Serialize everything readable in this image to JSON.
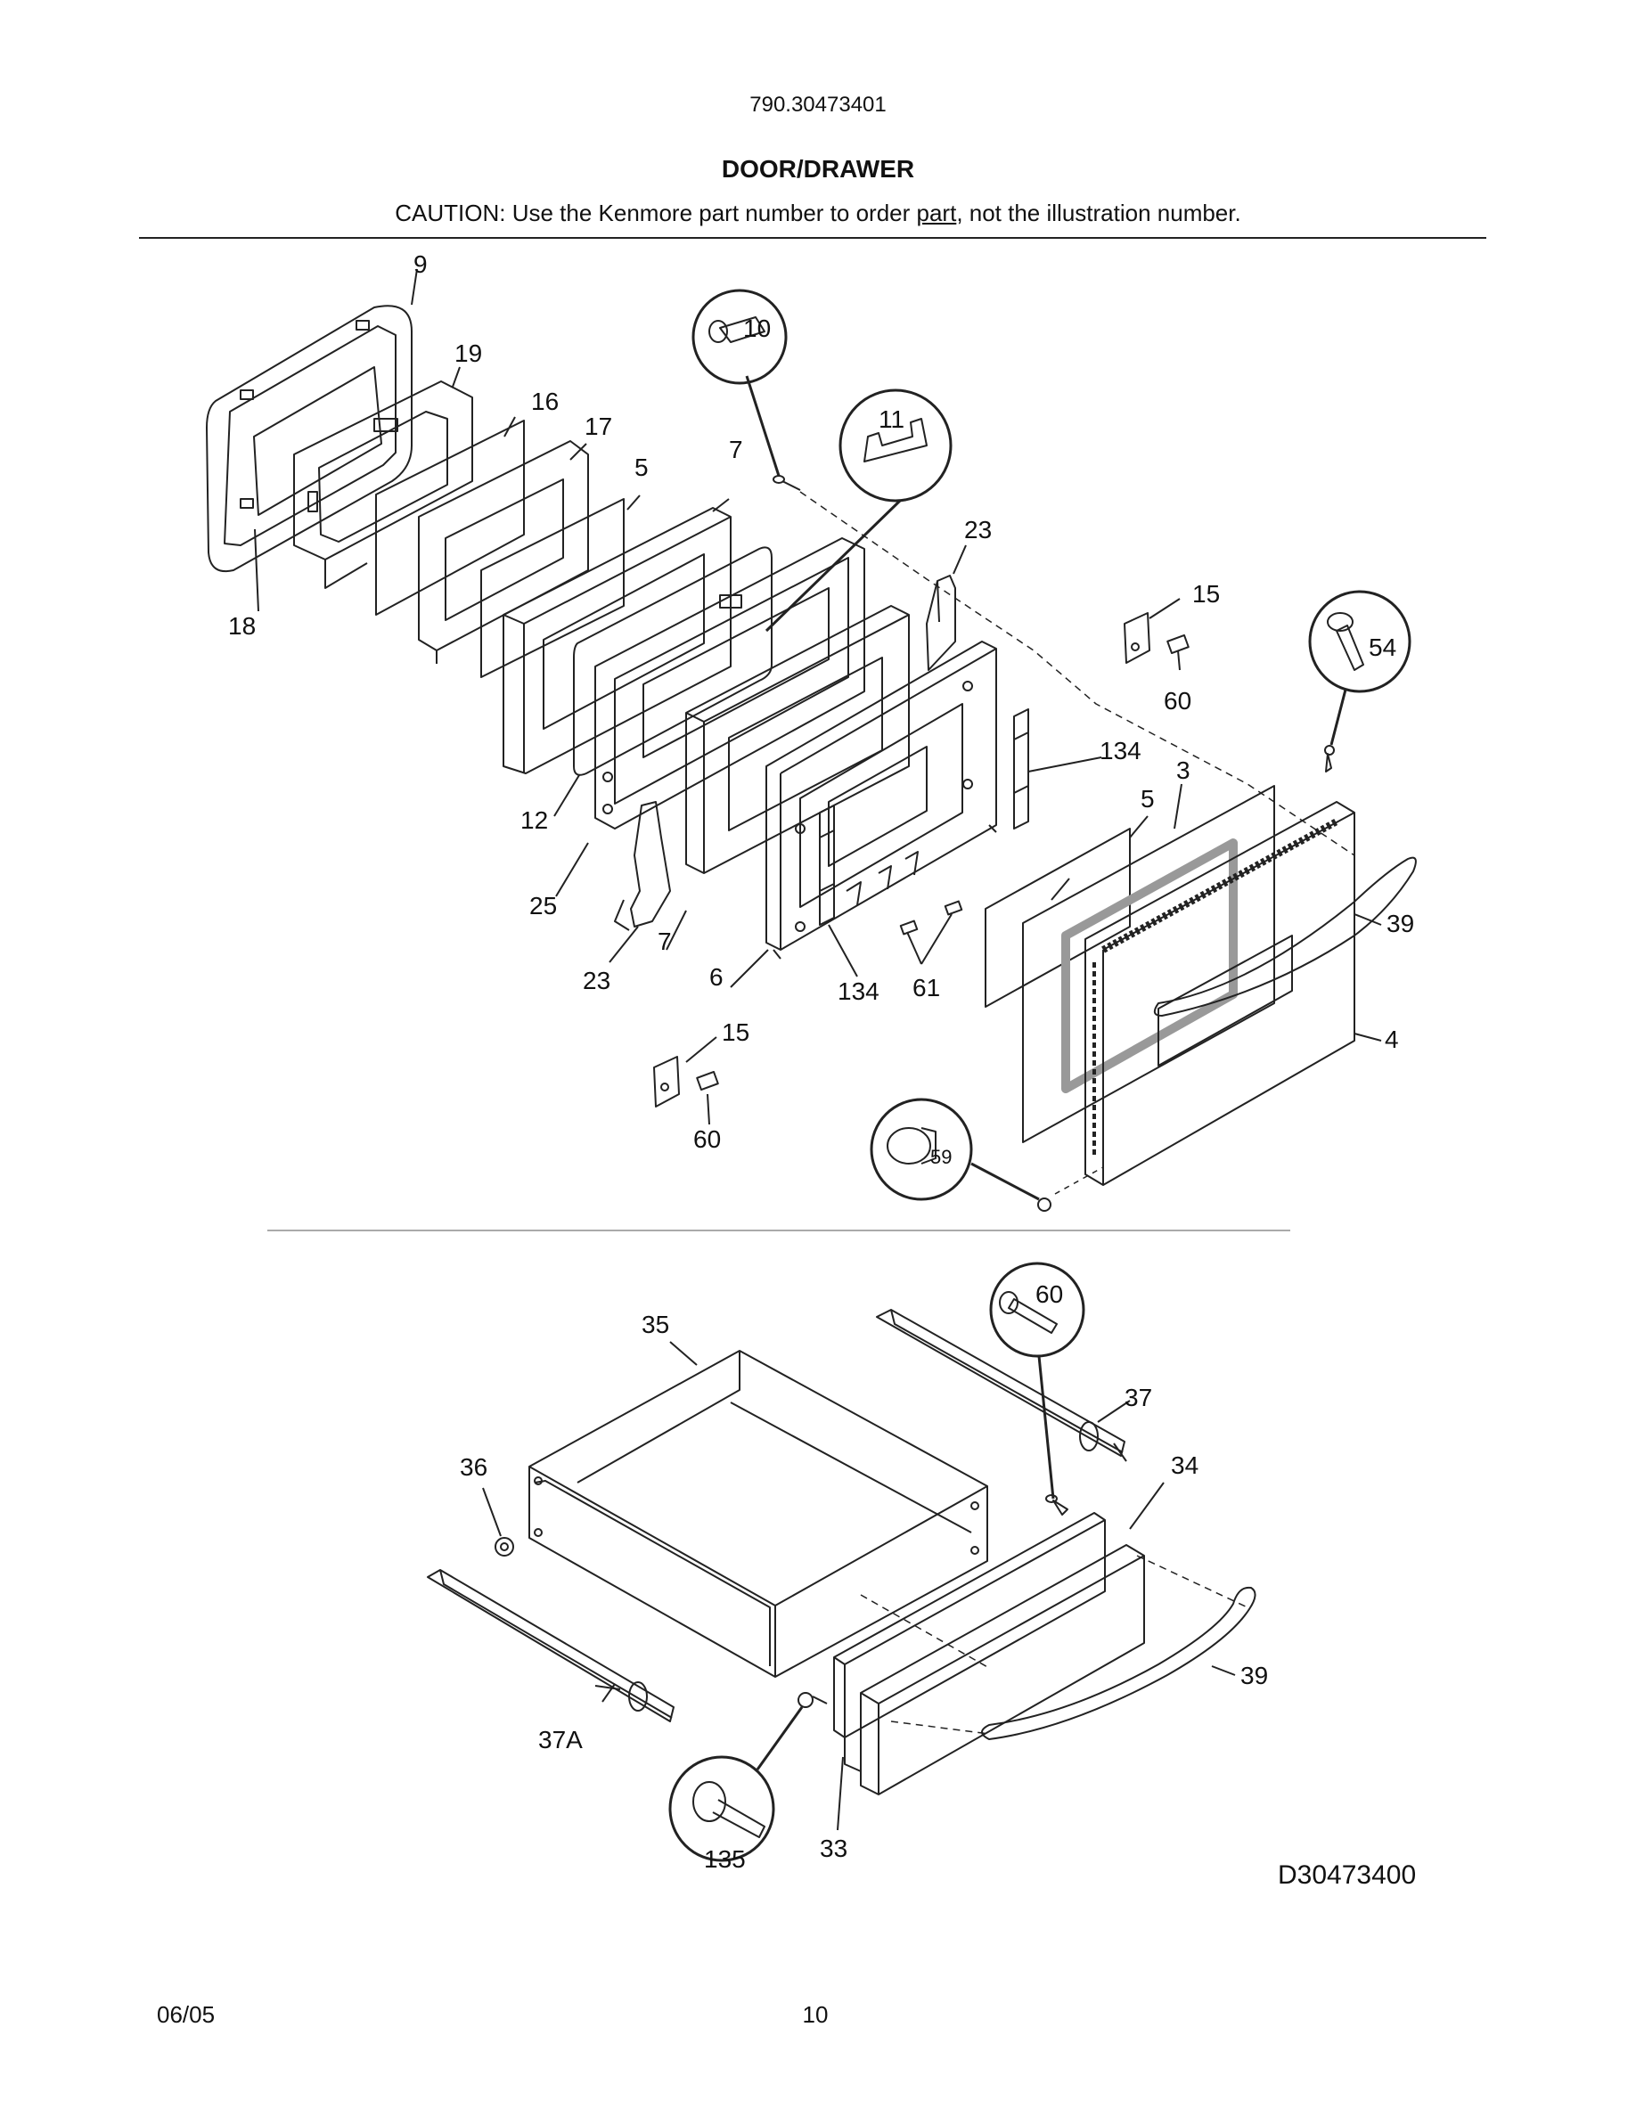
{
  "header": {
    "model": "790.30473401",
    "title": "DOOR/DRAWER",
    "caution_pre": "CAUTION: Use the Kenmore part number to order ",
    "caution_underlined": "part",
    "caution_post": ", not the illustration number."
  },
  "drawing_id": "D30473400",
  "footer": {
    "date": "06/05",
    "page": "10"
  },
  "callouts": {
    "c9": "9",
    "c19": "19",
    "c16": "16",
    "c17": "17",
    "c5a": "5",
    "c7a": "7",
    "c10": "10",
    "c11": "11",
    "c23a": "23",
    "c15a": "15",
    "c60a": "60",
    "c54": "54",
    "c134a": "134",
    "c3": "3",
    "c5b": "5",
    "c18": "18",
    "c12": "12",
    "c25": "25",
    "c23b": "23",
    "c7b": "7",
    "c6": "6",
    "c134b": "134",
    "c61": "61",
    "c39a": "39",
    "c4": "4",
    "c15b": "15",
    "c60b": "60",
    "c59": "59",
    "c35": "35",
    "c60c": "60",
    "c37": "37",
    "c36": "36",
    "c34": "34",
    "c39b": "39",
    "c37A": "37A",
    "c135": "135",
    "c33": "33"
  }
}
